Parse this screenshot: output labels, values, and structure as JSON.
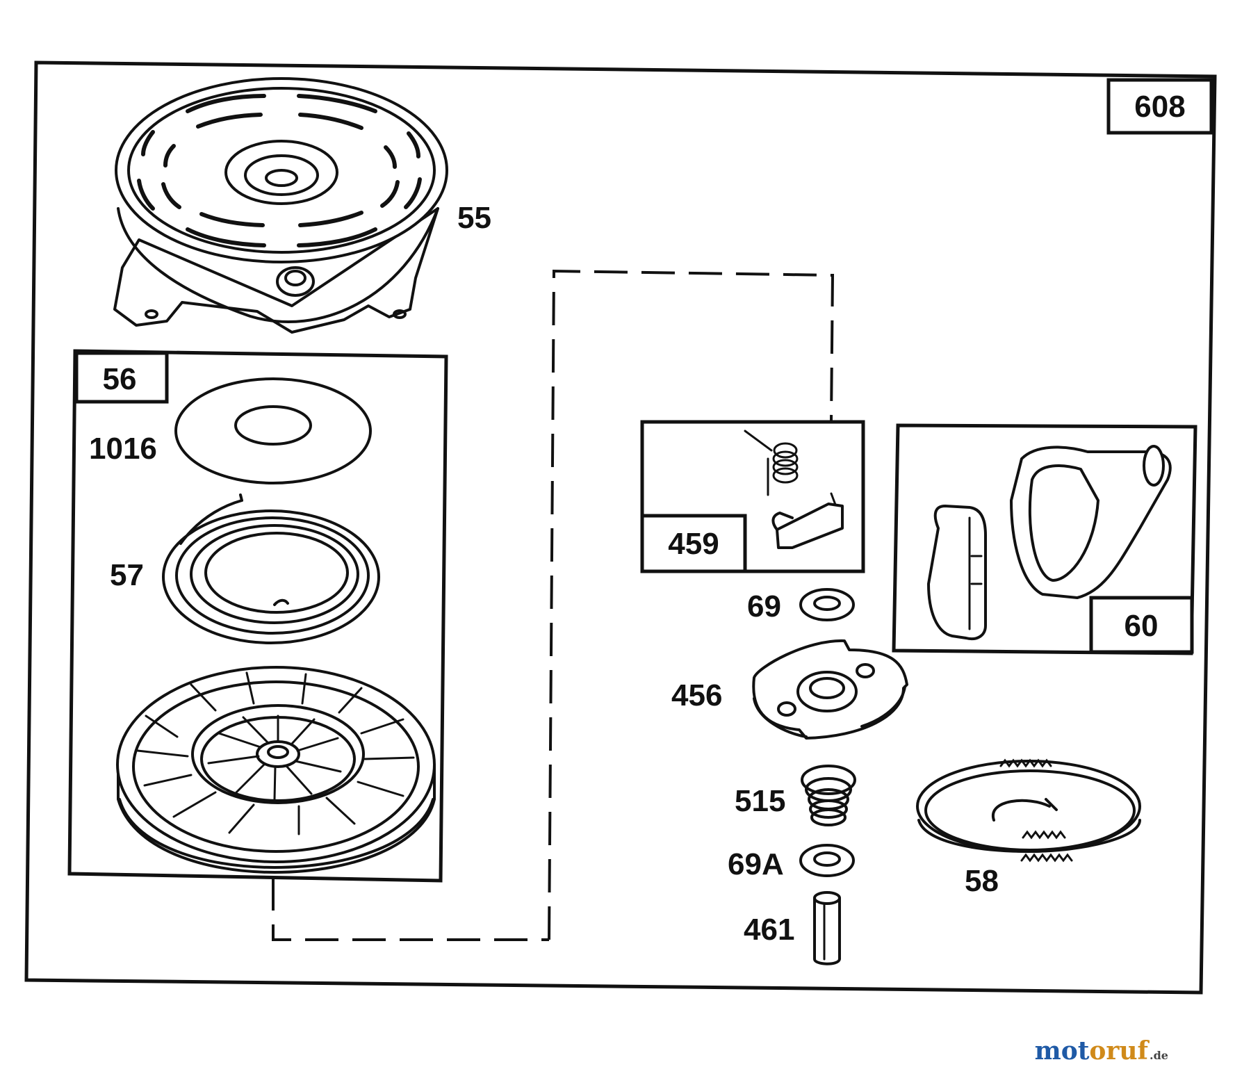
{
  "assembly": {
    "number": "608",
    "parts": [
      {
        "id": "55",
        "name": "blower-housing"
      },
      {
        "id": "56",
        "name": "pulley-assembly-kit"
      },
      {
        "id": "1016",
        "name": "washer"
      },
      {
        "id": "57",
        "name": "rewind-spring"
      },
      {
        "id": "459",
        "name": "pawl-and-spring-kit"
      },
      {
        "id": "69",
        "name": "washer-69"
      },
      {
        "id": "456",
        "name": "pawl-retainer"
      },
      {
        "id": "515",
        "name": "retainer-spring"
      },
      {
        "id": "69A",
        "name": "washer-69a"
      },
      {
        "id": "461",
        "name": "retainer-pin"
      },
      {
        "id": "60",
        "name": "starter-handle-kit"
      },
      {
        "id": "58",
        "name": "starter-rope"
      }
    ]
  },
  "watermark": {
    "brand": "motoruf",
    "tld": ".de",
    "colors": {
      "mot": "#1f5aa6",
      "oruf": "#d08a1a",
      "tld": "#444444"
    }
  },
  "colors": {
    "line": "#111111",
    "background": "#ffffff"
  }
}
